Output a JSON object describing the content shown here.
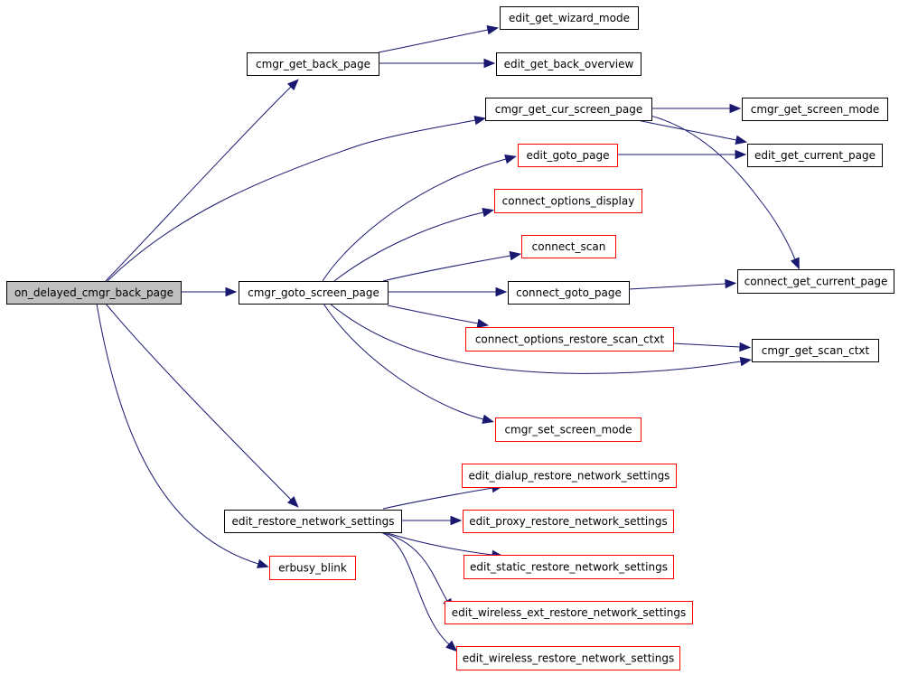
{
  "graph": {
    "colors": {
      "edge": "#191970",
      "root_fill": "#bfbfbf",
      "normal_stroke": "#000000",
      "external_stroke": "#ff0000",
      "text": "#000000"
    },
    "nodes": {
      "on_delayed": {
        "label": "on_delayed_cmgr_back_page",
        "style": "root"
      },
      "back_page": {
        "label": "cmgr_get_back_page",
        "style": "normal"
      },
      "wizard": {
        "label": "edit_get_wizard_mode",
        "style": "normal"
      },
      "back_ov": {
        "label": "edit_get_back_overview",
        "style": "normal"
      },
      "cur_screen": {
        "label": "cmgr_get_cur_screen_page",
        "style": "normal"
      },
      "screen_mode": {
        "label": "cmgr_get_screen_mode",
        "style": "normal"
      },
      "cur_page": {
        "label": "edit_get_current_page",
        "style": "normal"
      },
      "goto_page": {
        "label": "edit_goto_page",
        "style": "external"
      },
      "opt_display": {
        "label": "connect_options_display",
        "style": "external"
      },
      "scan": {
        "label": "connect_scan",
        "style": "external"
      },
      "goto_screen": {
        "label": "cmgr_goto_screen_page",
        "style": "normal"
      },
      "c_goto": {
        "label": "connect_goto_page",
        "style": "normal"
      },
      "c_cur": {
        "label": "connect_get_current_page",
        "style": "normal"
      },
      "restore_scan": {
        "label": "connect_options_restore_scan_ctxt",
        "style": "external"
      },
      "scan_ctxt": {
        "label": "cmgr_get_scan_ctxt",
        "style": "normal"
      },
      "set_mode": {
        "label": "cmgr_set_screen_mode",
        "style": "external"
      },
      "restore_net": {
        "label": "edit_restore_network_settings",
        "style": "normal"
      },
      "dialup": {
        "label": "edit_dialup_restore_network_settings",
        "style": "external"
      },
      "proxy": {
        "label": "edit_proxy_restore_network_settings",
        "style": "external"
      },
      "static": {
        "label": "edit_static_restore_network_settings",
        "style": "external"
      },
      "wext": {
        "label": "edit_wireless_ext_restore_network_settings",
        "style": "external"
      },
      "wireless": {
        "label": "edit_wireless_restore_network_settings",
        "style": "external"
      },
      "erbusy": {
        "label": "erbusy_blink",
        "style": "external"
      }
    },
    "edges": [
      {
        "from": "on_delayed",
        "to": "back_page"
      },
      {
        "from": "on_delayed",
        "to": "cur_screen"
      },
      {
        "from": "on_delayed",
        "to": "goto_screen"
      },
      {
        "from": "on_delayed",
        "to": "restore_net"
      },
      {
        "from": "on_delayed",
        "to": "erbusy"
      },
      {
        "from": "back_page",
        "to": "wizard"
      },
      {
        "from": "back_page",
        "to": "back_ov"
      },
      {
        "from": "cur_screen",
        "to": "screen_mode"
      },
      {
        "from": "cur_screen",
        "to": "cur_page"
      },
      {
        "from": "cur_screen",
        "to": "c_cur"
      },
      {
        "from": "goto_screen",
        "to": "goto_page"
      },
      {
        "from": "goto_screen",
        "to": "opt_display"
      },
      {
        "from": "goto_screen",
        "to": "scan"
      },
      {
        "from": "goto_screen",
        "to": "c_goto"
      },
      {
        "from": "goto_screen",
        "to": "restore_scan"
      },
      {
        "from": "goto_screen",
        "to": "scan_ctxt"
      },
      {
        "from": "goto_screen",
        "to": "set_mode"
      },
      {
        "from": "goto_page",
        "to": "cur_page"
      },
      {
        "from": "c_goto",
        "to": "c_cur"
      },
      {
        "from": "restore_scan",
        "to": "scan_ctxt"
      },
      {
        "from": "restore_net",
        "to": "dialup"
      },
      {
        "from": "restore_net",
        "to": "proxy"
      },
      {
        "from": "restore_net",
        "to": "static"
      },
      {
        "from": "restore_net",
        "to": "wext"
      },
      {
        "from": "restore_net",
        "to": "wireless"
      }
    ]
  }
}
